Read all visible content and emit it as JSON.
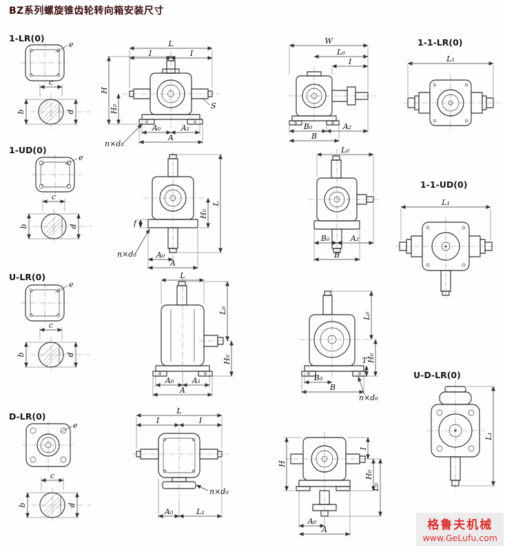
{
  "title": "BZ系列螺旋锥齿轮转向箱安装尺寸",
  "sections": {
    "s1": "1-LR(0)",
    "s2": "1-UD(0)",
    "s3": "U-LR(0)",
    "s4": "D-LR(0)",
    "s5": "1-1-LR(0)",
    "s6": "1-1-UD(0)",
    "s7": "U-D-LR(0)"
  },
  "dims": {
    "L": "L",
    "I": "I",
    "H": "H",
    "H0": "H₀",
    "A0": "A₀",
    "A1": "A₁",
    "A2": "A₂",
    "A": "A",
    "B": "B",
    "B0": "B₀",
    "W": "W",
    "S": "S",
    "L0": "L₀",
    "L1": "L₁",
    "e": "e",
    "c": "c",
    "b": "b",
    "d": "d",
    "f": "f",
    "T": "T",
    "nxd0": "n×d₀"
  },
  "watermark": {
    "brand": "格鲁夫机械",
    "url": "www.GeLufu.com"
  },
  "colors": {
    "line": "#2e2e2e",
    "accent_red": "#d93030",
    "title": "#3a0d0d"
  }
}
